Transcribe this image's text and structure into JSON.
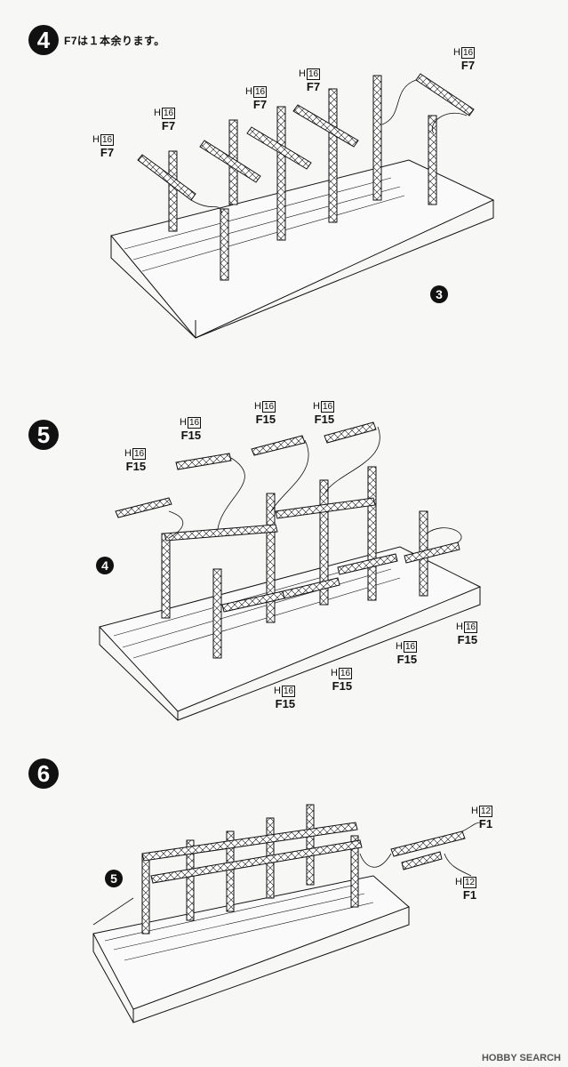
{
  "steps": [
    {
      "number": "4",
      "note": "F7は１本余ります。",
      "callouts": [
        {
          "part": "F7",
          "hint": "H",
          "hint_num": "16"
        },
        {
          "part": "F7",
          "hint": "H",
          "hint_num": "16"
        },
        {
          "part": "F7",
          "hint": "H",
          "hint_num": "16"
        },
        {
          "part": "F7",
          "hint": "H",
          "hint_num": "16"
        },
        {
          "part": "F7",
          "hint": "H",
          "hint_num": "16"
        }
      ],
      "ref": "3"
    },
    {
      "number": "5",
      "callouts": [
        {
          "part": "F15",
          "hint": "H",
          "hint_num": "16"
        },
        {
          "part": "F15",
          "hint": "H",
          "hint_num": "16"
        },
        {
          "part": "F15",
          "hint": "H",
          "hint_num": "16"
        },
        {
          "part": "F15",
          "hint": "H",
          "hint_num": "16"
        },
        {
          "part": "F15",
          "hint": "H",
          "hint_num": "16"
        },
        {
          "part": "F15",
          "hint": "H",
          "hint_num": "16"
        },
        {
          "part": "F15",
          "hint": "H",
          "hint_num": "16"
        },
        {
          "part": "F15",
          "hint": "H",
          "hint_num": "16"
        }
      ],
      "ref": "4"
    },
    {
      "number": "6",
      "callouts": [
        {
          "part": "F1",
          "hint": "H",
          "hint_num": "12"
        },
        {
          "part": "F1",
          "hint": "H",
          "hint_num": "12"
        }
      ],
      "ref": "5"
    }
  ],
  "watermark": "HOBBY SEARCH"
}
